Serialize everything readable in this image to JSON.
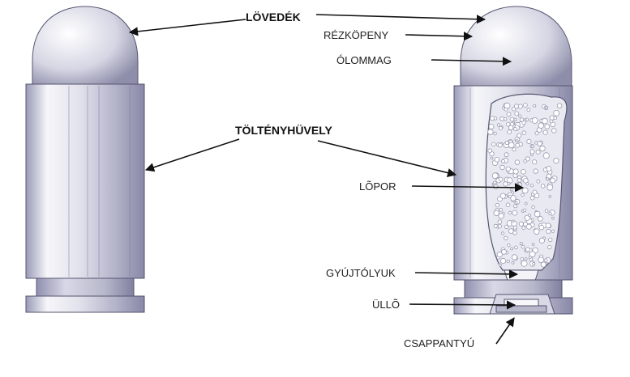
{
  "labels": {
    "bullet": "LÖVEDÉK",
    "copper_jacket": "RÉZKÖPENY",
    "lead_core": "ÓLOMMAG",
    "cartridge_case": "TÖLTÉNYHÜVELY",
    "gunpowder": "LÕPOR",
    "flash_hole": "GYÚJTÓLYUK",
    "anvil": "ÜLLÕ",
    "primer": "CSAPPANTYÚ"
  },
  "colors": {
    "line": "#111111",
    "metal_light": "#f4f4f8",
    "metal_mid": "#c9c9dc",
    "metal_dark": "#8a8aa8",
    "powder": "#e6e6ee",
    "powder_dot": "#9a9ab0"
  }
}
